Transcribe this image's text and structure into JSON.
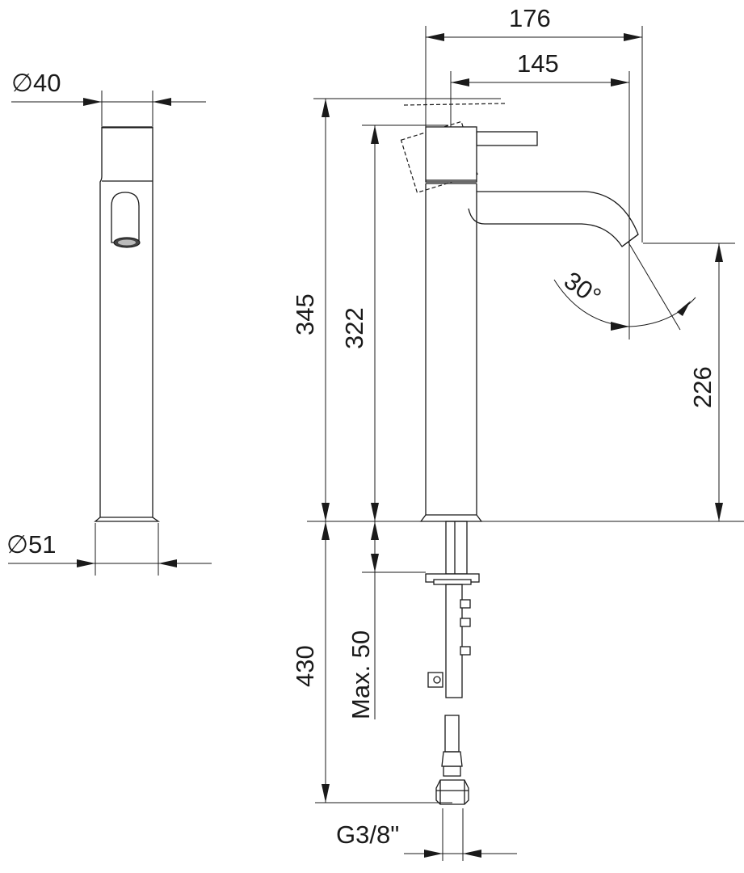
{
  "side_view": {
    "top_diameter": "∅40",
    "base_diameter": "∅51"
  },
  "front_view": {
    "total_width": "176",
    "spout_reach": "145",
    "total_height": "345",
    "spout_height": "322",
    "swivel_angle": "30°",
    "outlet_height": "226",
    "below_deck_length": "430",
    "max_deck_thickness": "Max. 50",
    "connection_thread": "G3/8\""
  }
}
